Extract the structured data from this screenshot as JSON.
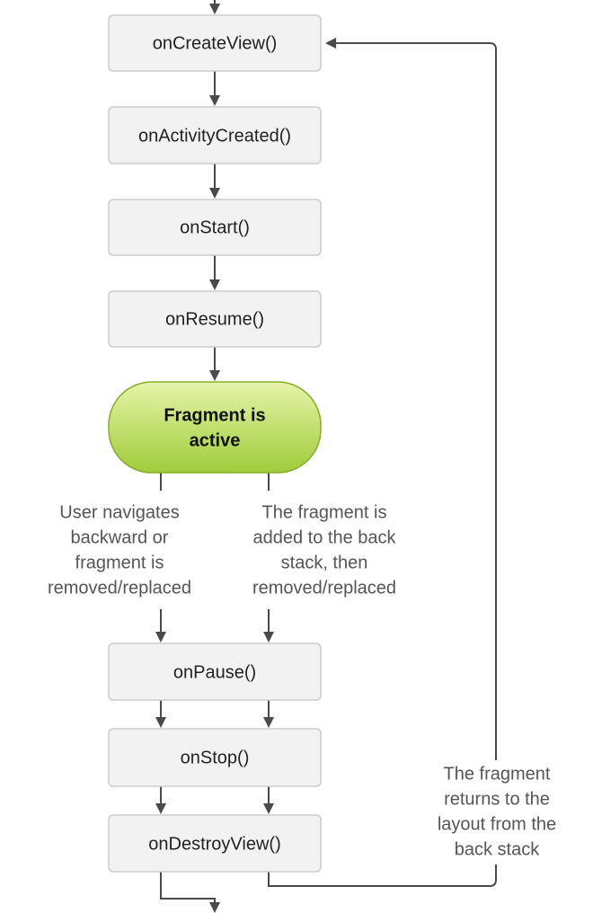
{
  "nodes": {
    "on_create_view": "onCreateView()",
    "on_activity_created": "onActivityCreated()",
    "on_start": "onStart()",
    "on_resume": "onResume()",
    "fragment_active": [
      "Fragment is",
      "active"
    ],
    "on_pause": "onPause()",
    "on_stop": "onStop()",
    "on_destroy_view": "onDestroyView()"
  },
  "notes": {
    "user_navigates": [
      "User navigates",
      "backward or",
      "fragment is",
      "removed/replaced"
    ],
    "added_to_back_stack": [
      "The fragment is",
      "added to the back",
      "stack, then",
      "removed/replaced"
    ],
    "returns_to_layout": [
      "The fragment",
      "returns to the",
      "layout from the",
      "back stack"
    ]
  },
  "colors": {
    "box_fill": "#f2f2f2",
    "box_stroke": "#cccccc",
    "line": "#4a4a4a",
    "active_fill_top": "#e6f4a8",
    "active_fill_bottom": "#9fcc3b",
    "active_stroke": "#86ad2c"
  }
}
